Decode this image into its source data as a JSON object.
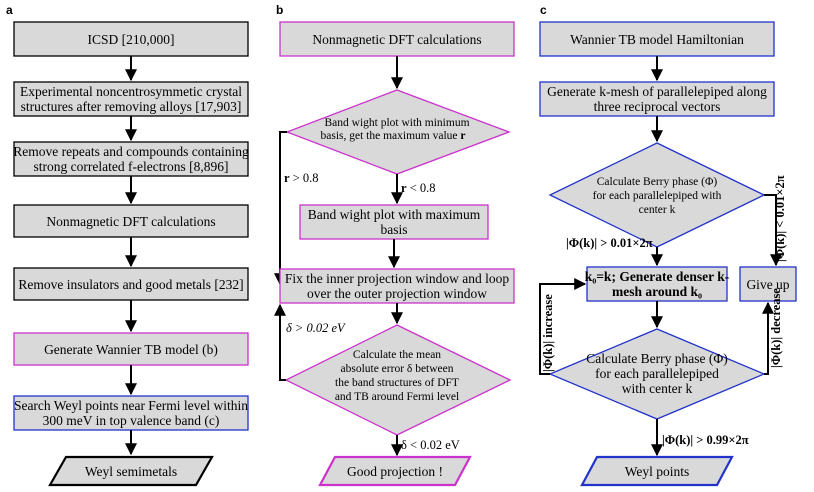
{
  "panels": {
    "a": {
      "label": "a",
      "steps": [
        "ICSD [210,000]",
        "Experimental noncentrosymmetic crystal",
        "structures after removing alloys [17,903]",
        "Remove repeats and compounds containing",
        "strong correlated f-electrons [8,896]",
        "Nonmagnetic DFT calculations",
        "Remove insulators and good metals [232]",
        "Generate Wannier TB model (b)",
        "Search Weyl points near Fermi level within",
        "300 meV in top valence band (c)",
        "Weyl semimetals"
      ]
    },
    "b": {
      "label": "b",
      "start": "Nonmagnetic DFT calculations",
      "decision1": [
        "Band wight plot with minimum",
        "basis, get the maximum value"
      ],
      "decision1_var": "r",
      "cond_left": "r > 0.8",
      "cond_down": "r < 0.8",
      "maxbasis": [
        "Band wight plot with maximum",
        "basis"
      ],
      "window": [
        "Fix the inner projection window and loop",
        "over the outer projection window"
      ],
      "loop_cond": "δ > 0.02 eV",
      "decision2": [
        "Calculate the mean",
        "absolute error δ between",
        "the band structures of DFT",
        "and TB around Fermi level"
      ],
      "exit_cond": "δ < 0.02 eV",
      "end": "Good projection !"
    },
    "c": {
      "label": "c",
      "start": "Wannier TB model Hamiltonian",
      "kmesh": [
        "Generate k-mesh of parallelepiped along",
        "three reciprocal vectors"
      ],
      "decision1": [
        "Calculate Berry phase (Φ)",
        "for each parallelepiped with",
        "center k"
      ],
      "cond_down": "|Φ(k)| > 0.01×2π",
      "cond_right": "|Φ(k)| < 0.01×2π",
      "denser": [
        "k₀=k; Generate denser k-",
        "mesh around k₀"
      ],
      "giveup": "Give up",
      "decision2": [
        "Calculate Berry phase (Φ)",
        "for each parallelepiped",
        "with center k"
      ],
      "cond_increase": "|Φ(k)| increase",
      "cond_decrease": "|Φ(k)| decrease",
      "exit_cond": "|Φ(k)| > 0.99×2π",
      "end": "Weyl points"
    }
  }
}
